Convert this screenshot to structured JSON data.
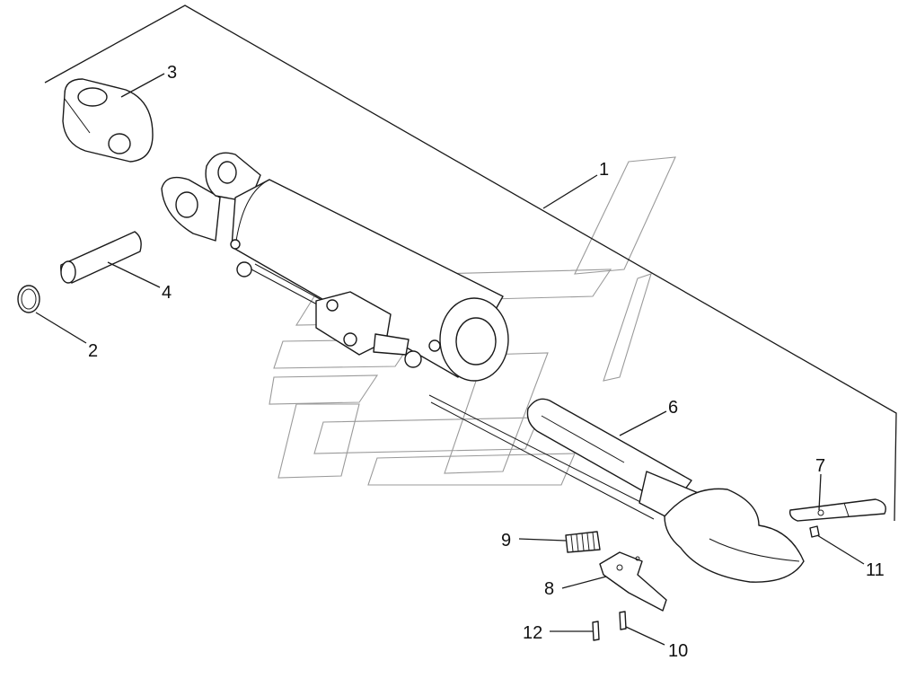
{
  "callouts": {
    "c1": "1",
    "c2": "2",
    "c3": "3",
    "c4": "4",
    "c6": "6",
    "c7": "7",
    "c8": "8",
    "c9": "9",
    "c10": "10",
    "c11": "11",
    "c12": "12"
  },
  "colors": {
    "line": "#1a1a1a",
    "watermark": "#9a9a9a",
    "background": "#ffffff"
  }
}
